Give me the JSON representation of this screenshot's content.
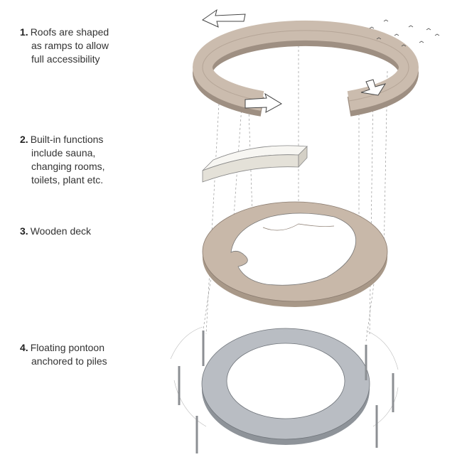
{
  "labels": [
    {
      "number": "1.",
      "lines": [
        "Roofs are shaped",
        "as ramps to allow",
        "full accessibility"
      ]
    },
    {
      "number": "2.",
      "lines": [
        "Built-in functions",
        "include sauna,",
        "changing rooms,",
        "toilets, plant etc."
      ]
    },
    {
      "number": "3.",
      "lines": [
        "Wooden deck"
      ]
    },
    {
      "number": "4.",
      "lines": [
        "Floating pontoon",
        "anchored to piles"
      ]
    }
  ],
  "colors": {
    "roof": "#cbbcae",
    "roof_side": "#9e8f82",
    "block": "#efede6",
    "deck": "#c8b8a9",
    "pontoon": "#b9bdc3",
    "pile": "#8c8f93"
  }
}
